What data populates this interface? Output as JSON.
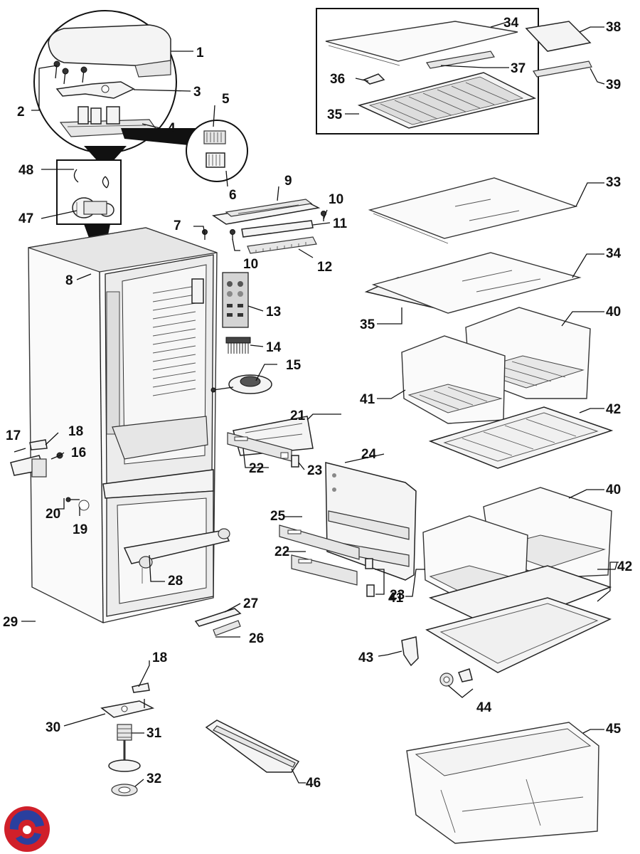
{
  "diagram": {
    "callouts": [
      "1",
      "2",
      "3",
      "4",
      "5",
      "6",
      "7",
      "8",
      "9",
      "10",
      "10",
      "11",
      "12",
      "13",
      "14",
      "15",
      "16",
      "17",
      "18",
      "18",
      "19",
      "20",
      "21",
      "22",
      "22",
      "23",
      "23",
      "24",
      "25",
      "26",
      "27",
      "28",
      "29",
      "30",
      "31",
      "32",
      "33",
      "34",
      "34",
      "35",
      "35",
      "36",
      "37",
      "38",
      "39",
      "40",
      "40",
      "41",
      "41",
      "42",
      "42",
      "43",
      "44",
      "45",
      "46",
      "47",
      "48"
    ]
  },
  "logo": {
    "colors": [
      "#d0202a",
      "#2a3f9e"
    ]
  }
}
